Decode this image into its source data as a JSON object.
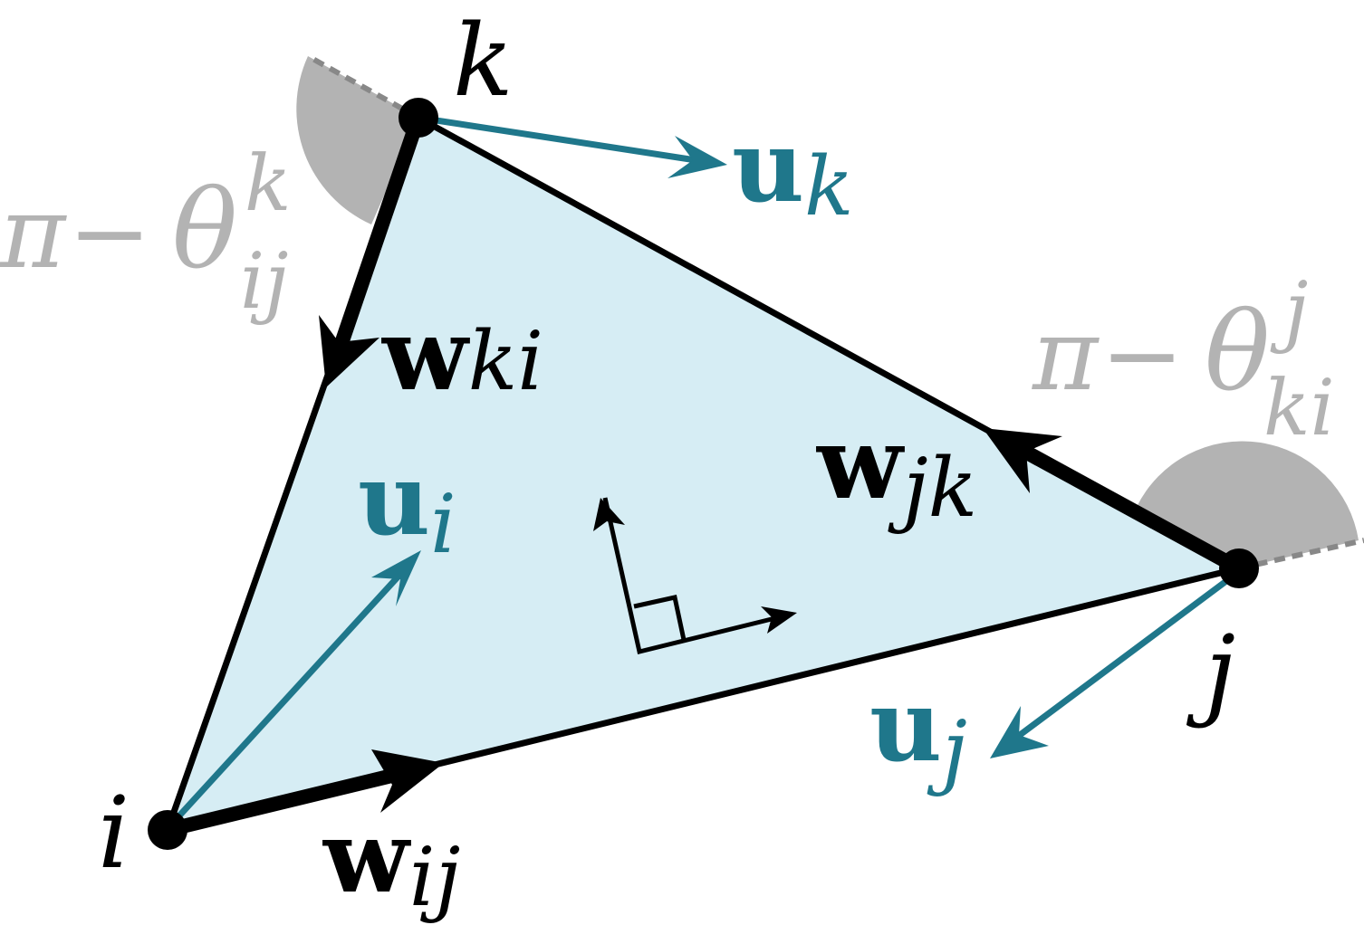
{
  "colors": {
    "face": "#d6edf4",
    "edge": "#000000",
    "teal": "#1f778b",
    "gray": "#b3b3b3",
    "angle_fill": "#b3b3b3",
    "dash": "#888888"
  },
  "vertices": {
    "i": "i",
    "j": "j",
    "k": "k"
  },
  "edge_vectors": {
    "ij": {
      "base": "w",
      "sub": "ij"
    },
    "jk": {
      "base": "w",
      "sub": "jk"
    },
    "ki": {
      "base": "w",
      "sub": "ki"
    }
  },
  "vertex_vectors": {
    "i": {
      "base": "u",
      "sub": "i"
    },
    "j": {
      "base": "u",
      "sub": "j"
    },
    "k": {
      "base": "u",
      "sub": "k"
    }
  },
  "angles": {
    "k": {
      "pi": "π",
      "minus": "−",
      "theta": "θ",
      "sup": "k",
      "sub": "ij"
    },
    "j": {
      "pi": "π",
      "minus": "−",
      "theta": "θ",
      "sup": "j",
      "sub": "ki"
    }
  }
}
